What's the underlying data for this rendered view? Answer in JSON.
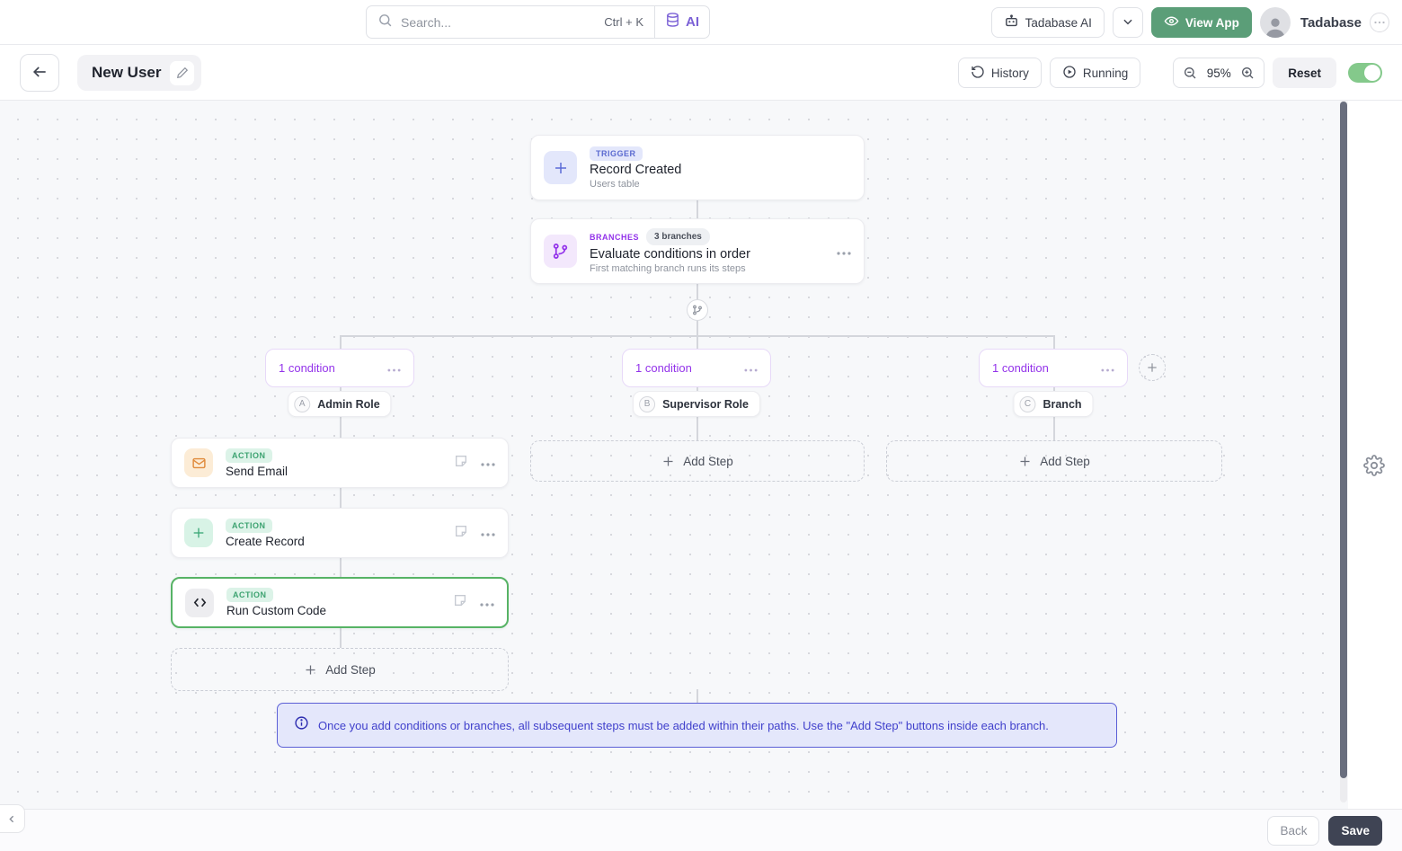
{
  "header": {
    "search": {
      "placeholder": "Search...",
      "shortcut": "Ctrl + K",
      "ai_label": "AI"
    },
    "tadabase_ai_label": "Tadabase AI",
    "view_app_label": "View App",
    "account_name": "Tadabase"
  },
  "toolbar": {
    "title": "New User",
    "history_label": "History",
    "running_label": "Running",
    "zoom_level": "95%",
    "reset_label": "Reset"
  },
  "canvas": {
    "trigger": {
      "badge": "TRIGGER",
      "title": "Record Created",
      "subtitle": "Users table"
    },
    "branches_node": {
      "badge": "BRANCHES",
      "count_badge": "3 branches",
      "title": "Evaluate conditions in order",
      "subtitle": "First matching branch runs its steps"
    },
    "branches": [
      {
        "condition_label": "1 condition",
        "letter": "A",
        "name": "Admin Role",
        "steps": [
          {
            "badge": "ACTION",
            "title": "Send Email",
            "icon": "email-icon"
          },
          {
            "badge": "ACTION",
            "title": "Create Record",
            "icon": "plus-icon"
          },
          {
            "badge": "ACTION",
            "title": "Run Custom Code",
            "icon": "code-icon"
          }
        ],
        "add_step_label": "Add Step"
      },
      {
        "condition_label": "1 condition",
        "letter": "B",
        "name": "Supervisor Role",
        "add_step_label": "Add Step"
      },
      {
        "condition_label": "1 condition",
        "letter": "C",
        "name": "Branch",
        "add_step_label": "Add Step"
      }
    ],
    "info_banner": "Once you add conditions or branches, all subsequent steps must be added within their paths. Use the \"Add Step\" buttons inside each branch."
  },
  "footer": {
    "back_label": "Back",
    "save_label": "Save"
  },
  "colors": {
    "accent_purple": "#9333ea",
    "accent_indigo": "#5a6ad0",
    "action_green": "#3da371",
    "view_app_green": "#5b9e78",
    "selected_border_green": "#57b365",
    "save_button": "#3f4454",
    "banner_bg": "#e4e7fb",
    "banner_text": "#4141cc"
  }
}
